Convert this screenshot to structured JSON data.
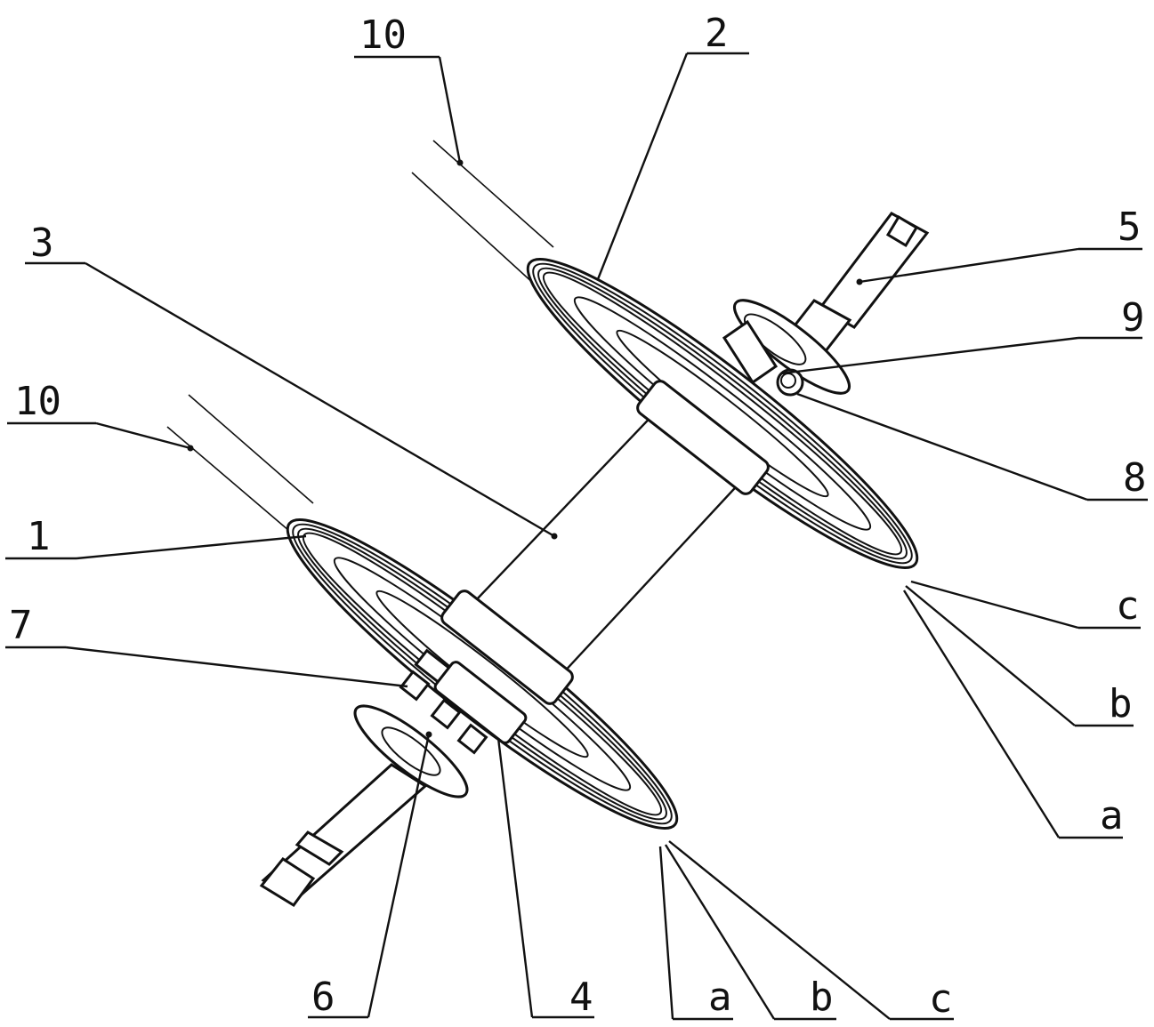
{
  "labels": {
    "p10_top": "10",
    "p2": "2",
    "p3": "3",
    "p5": "5",
    "p9": "9",
    "p8": "8",
    "p10_left": "10",
    "p1": "1",
    "p7": "7",
    "pc_right": "c",
    "pb_right": "b",
    "pa_right": "a",
    "p6": "6",
    "p4": "4",
    "pa_bottom": "a",
    "pb_bottom": "b",
    "pc_bottom": "c"
  }
}
